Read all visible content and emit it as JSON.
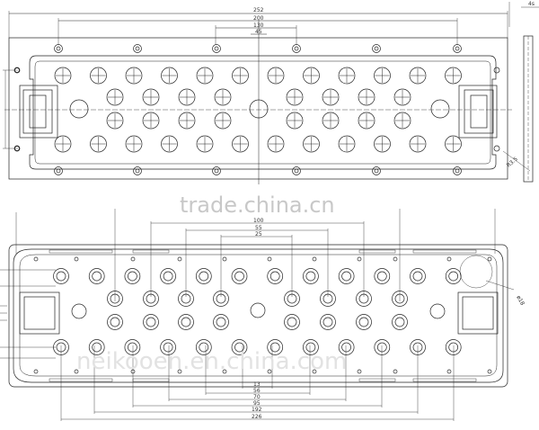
{
  "top_view": {
    "dimensions": [
      "252",
      "200",
      "130",
      "45"
    ],
    "side_labels": [
      "4s"
    ],
    "corner_label": "R3.5"
  },
  "bottom_view": {
    "dimensions_top": [
      "100",
      "55",
      "25"
    ],
    "dimensions_bottom": [
      "13",
      "56",
      "70",
      "95",
      "192",
      "226"
    ],
    "callout": "ø18"
  },
  "watermarks": {
    "primary": "trade.china.cn",
    "secondary": "neikooen.en.china.com"
  }
}
